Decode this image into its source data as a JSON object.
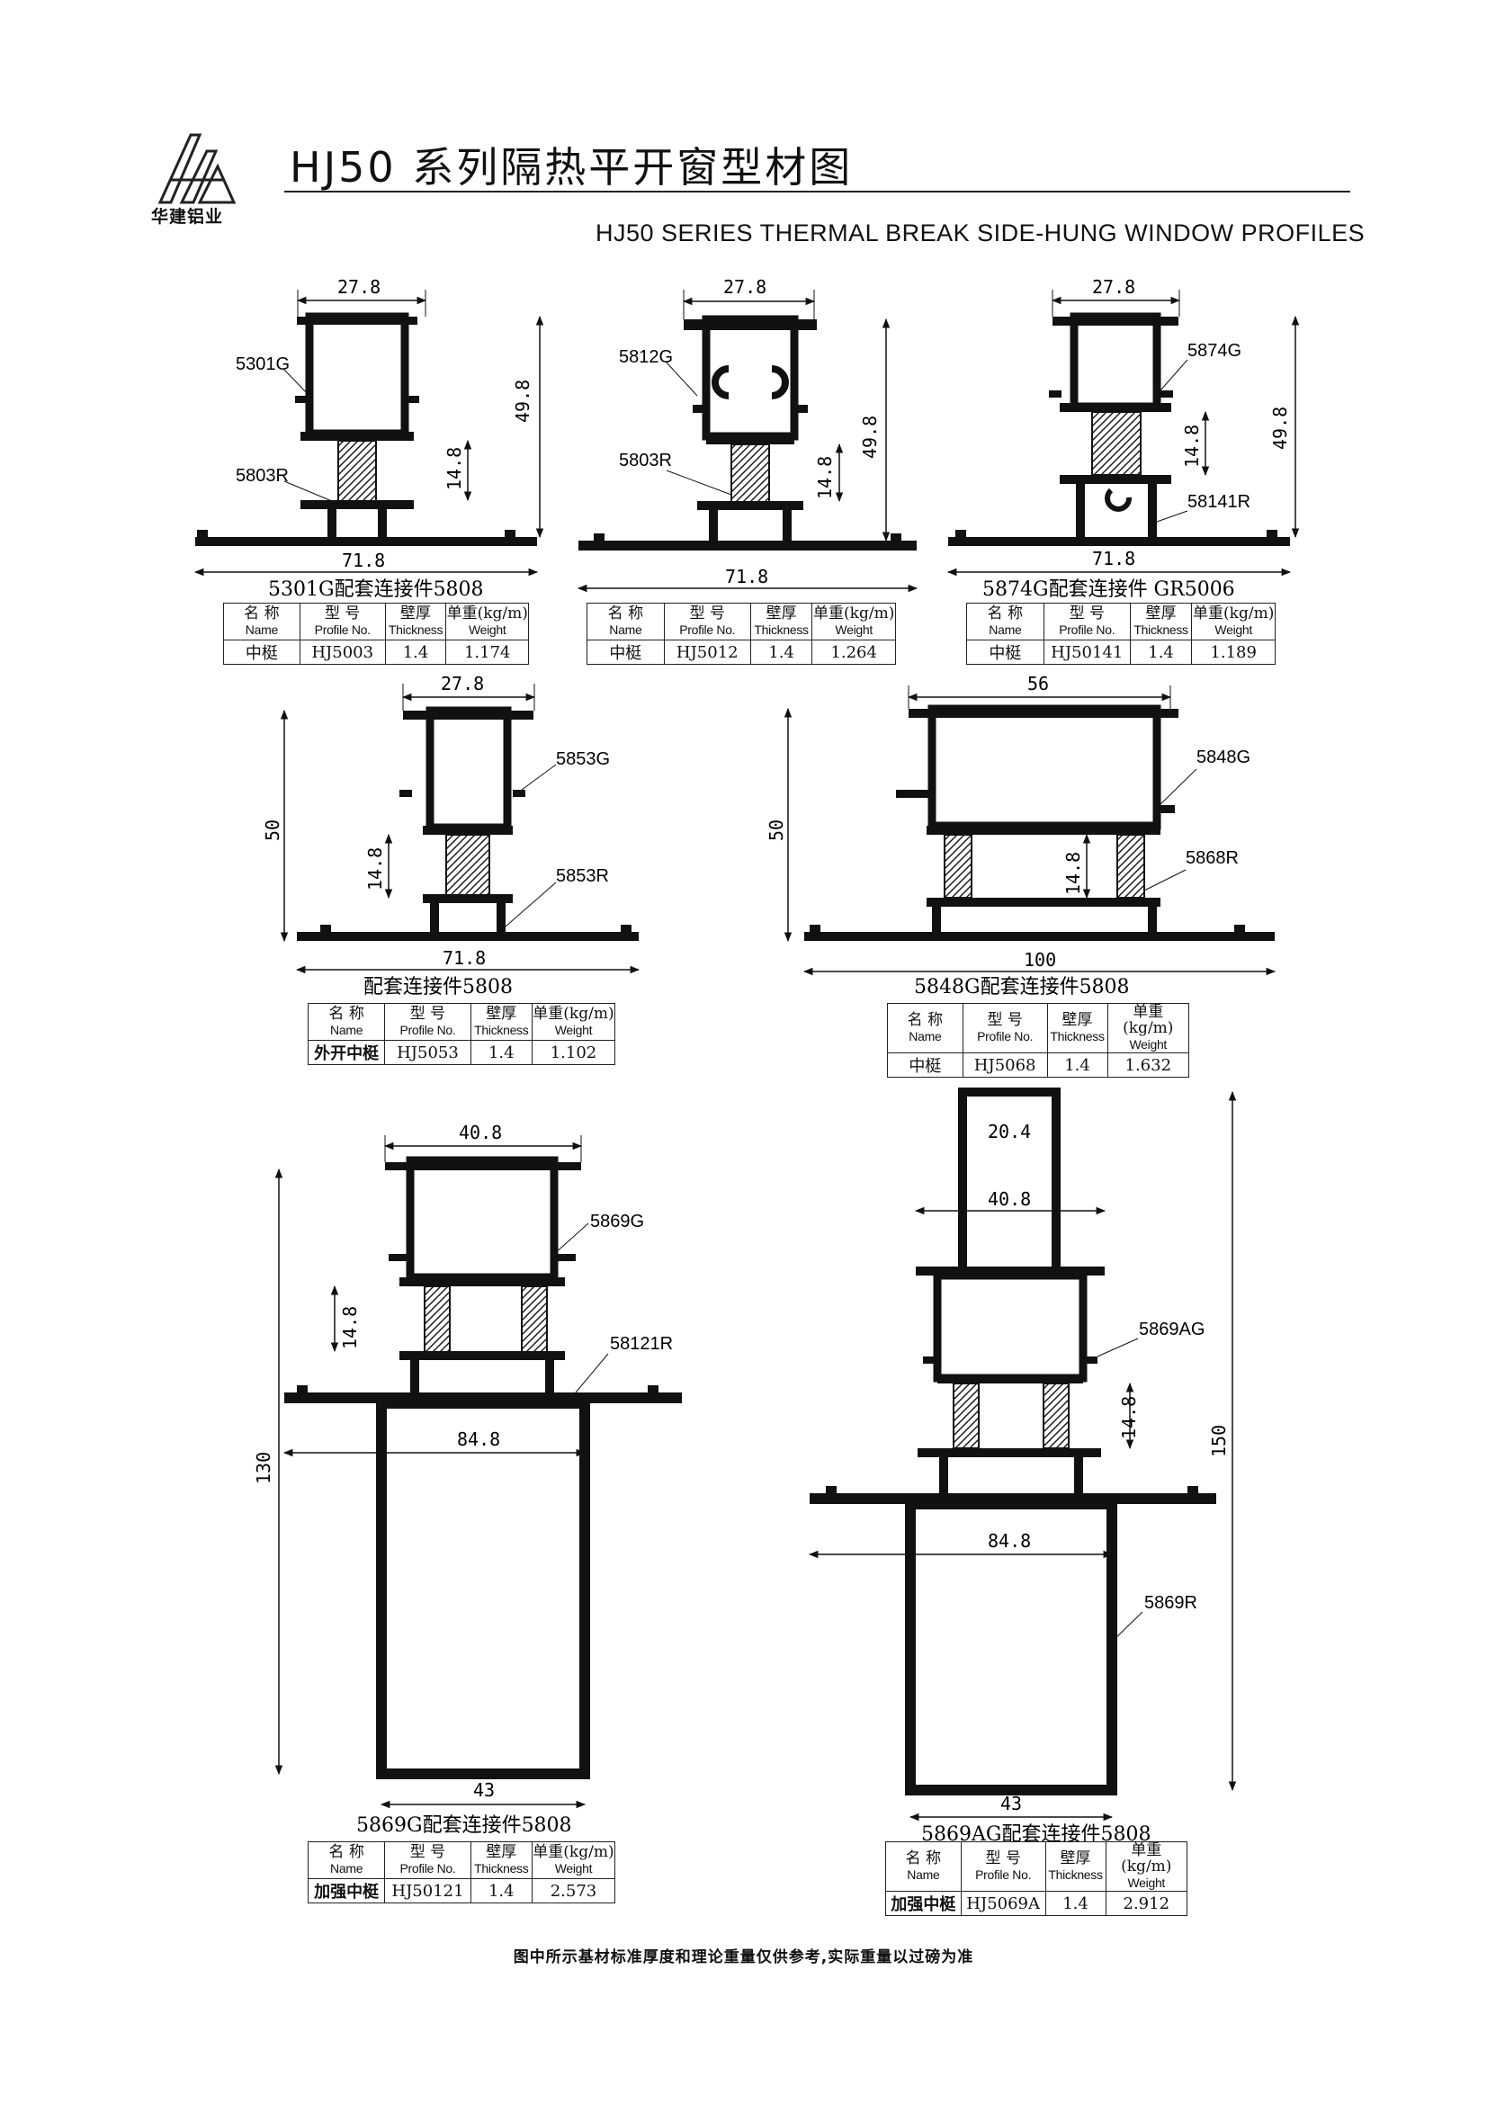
{
  "header": {
    "logo_text": "华建铝业",
    "title": "HJ50 系列隔热平开窗型材图",
    "subtitle": "HJ50 SERIES THERMAL BREAK SIDE-HUNG WINDOW PROFILES"
  },
  "table_headers": {
    "name_cn": "名 称",
    "name_en": "Name",
    "profile_cn": "型 号",
    "profile_en": "Profile No.",
    "thickness_cn": "壁厚",
    "thickness_en": "Thickness",
    "weight_cn": "单重(kg/m)",
    "weight_en": "Weight"
  },
  "profiles": [
    {
      "caption": "5301G配套连接件5808",
      "name": "中梃",
      "profile_no": "HJ5003",
      "thickness": "1.4",
      "weight": "1.174",
      "labels": [
        "5301G",
        "5803R"
      ],
      "dims": [
        "27.8",
        "49.8",
        "14.8",
        "71.8"
      ]
    },
    {
      "caption": "",
      "name": "中梃",
      "profile_no": "HJ5012",
      "thickness": "1.4",
      "weight": "1.264",
      "labels": [
        "5812G",
        "5803R"
      ],
      "dims": [
        "27.8",
        "49.8",
        "14.8",
        "71.8"
      ]
    },
    {
      "caption": "5874G配套连接件 GR5006",
      "name": "中梃",
      "profile_no": "HJ50141",
      "thickness": "1.4",
      "weight": "1.189",
      "labels": [
        "5874G",
        "58141R"
      ],
      "dims": [
        "27.8",
        "49.8",
        "14.8",
        "71.8"
      ]
    },
    {
      "caption": "配套连接件5808",
      "name": "外开中梃",
      "profile_no": "HJ5053",
      "thickness": "1.4",
      "weight": "1.102",
      "labels": [
        "5853G",
        "5853R"
      ],
      "dims": [
        "27.8",
        "50",
        "14.8",
        "71.8"
      ]
    },
    {
      "caption": "5848G配套连接件5808",
      "name": "中梃",
      "profile_no": "HJ5068",
      "thickness": "1.4",
      "weight": "1.632",
      "labels": [
        "5848G",
        "5868R"
      ],
      "dims": [
        "56",
        "50",
        "14.8",
        "100"
      ]
    },
    {
      "caption": "5869G配套连接件5808",
      "name": "加强中梃",
      "profile_no": "HJ50121",
      "thickness": "1.4",
      "weight": "2.573",
      "labels": [
        "5869G",
        "58121R"
      ],
      "dims": [
        "40.8",
        "14.8",
        "84.8",
        "130",
        "43"
      ]
    },
    {
      "caption": "5869AG配套连接件5808",
      "name": "加强中梃",
      "profile_no": "HJ5069A",
      "thickness": "1.4",
      "weight": "2.912",
      "labels": [
        "5869AG",
        "5869R"
      ],
      "dims": [
        "20.4",
        "40.8",
        "14.8",
        "84.8",
        "150",
        "43"
      ]
    }
  ],
  "footer": "图中所示基材标准厚度和理论重量仅供参考,实际重量以过磅为准"
}
